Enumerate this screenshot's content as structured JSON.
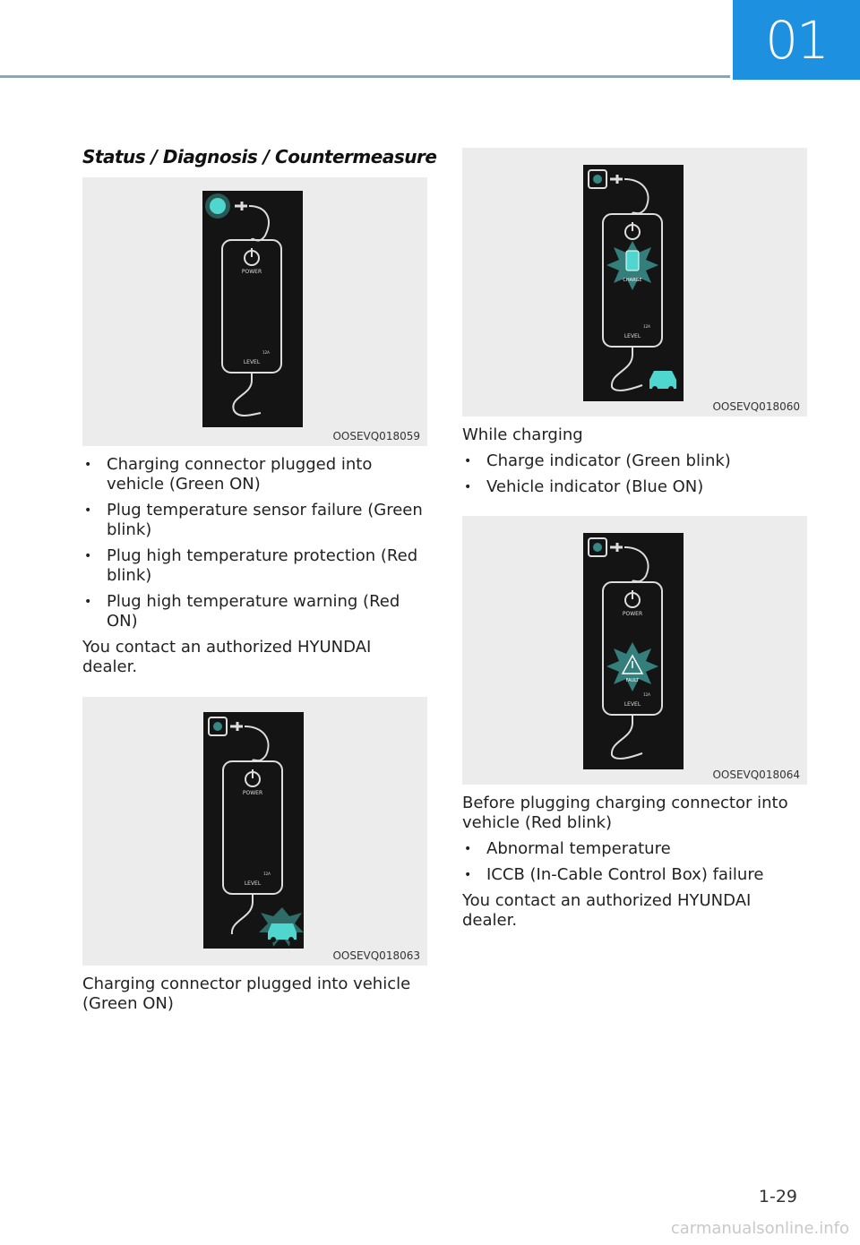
{
  "header": {
    "chapter": "01"
  },
  "section_title": "Status / Diagnosis / Countermeasure",
  "figures": [
    {
      "code": "OOSEVQ018059",
      "power_label": "POWER",
      "level_label": "LEVEL",
      "amp_label": "12A"
    },
    {
      "code": "OOSEVQ018063",
      "power_label": "POWER",
      "level_label": "LEVEL",
      "amp_label": "12A"
    },
    {
      "code": "OOSEVQ018060",
      "charge_label": "CHARGE",
      "level_label": "LEVEL",
      "amp_label": "12A"
    },
    {
      "code": "OOSEVQ018064",
      "power_label": "POWER",
      "fault_label": "FAULT",
      "level_label": "LEVEL",
      "amp_label": "12A"
    }
  ],
  "left": {
    "block1": {
      "bullets": [
        "Charging connector plugged into vehicle (Green ON)",
        "Plug temperature sensor failure (Green blink)",
        "Plug high temperature protection (Red blink)",
        "Plug high temperature warning (Red ON)"
      ],
      "note": "You contact an authorized HYUNDAI dealer."
    },
    "block2": {
      "text": "Charging connector plugged into vehicle (Green ON)"
    }
  },
  "right": {
    "block1": {
      "heading": "While charging",
      "bullets": [
        "Charge indicator (Green blink)",
        "Vehicle indicator (Blue ON)"
      ]
    },
    "block2": {
      "heading": "Before plugging charging connector into vehicle (Red blink)",
      "bullets": [
        "Abnormal temperature",
        "ICCB (In-Cable Control Box) failure"
      ],
      "note": "You contact an authorized HYUNDAI dealer."
    }
  },
  "page_number": "1-29",
  "footer": "carmanualsonline.info",
  "colors": {
    "accent": "#1e90e0",
    "glow": "#4fd6cf",
    "device": "#141414"
  }
}
